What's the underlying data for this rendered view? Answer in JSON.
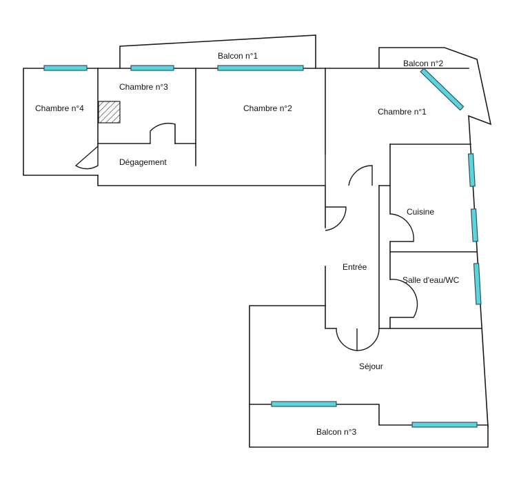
{
  "plan": {
    "rooms": [
      {
        "id": "balcon-1",
        "label": "Balcon n°1"
      },
      {
        "id": "balcon-2",
        "label": "Balcon n°2"
      },
      {
        "id": "chambre-4",
        "label": "Chambre n°4"
      },
      {
        "id": "chambre-3",
        "label": "Chambre n°3"
      },
      {
        "id": "chambre-2",
        "label": "Chambre n°2"
      },
      {
        "id": "chambre-1",
        "label": "Chambre n°1"
      },
      {
        "id": "degagement",
        "label": "Dégagement"
      },
      {
        "id": "cuisine",
        "label": "Cuisine"
      },
      {
        "id": "entree",
        "label": "Entrée"
      },
      {
        "id": "salle-eau",
        "label": "Salle d'eau/WC"
      },
      {
        "id": "sejour",
        "label": "Séjour"
      },
      {
        "id": "balcon-3",
        "label": "Balcon n°3"
      }
    ],
    "colors": {
      "wall": "#1a1a1a",
      "window_fill": "#5fd3dc",
      "window_stroke": "#2a5560",
      "background": "#ffffff"
    }
  }
}
